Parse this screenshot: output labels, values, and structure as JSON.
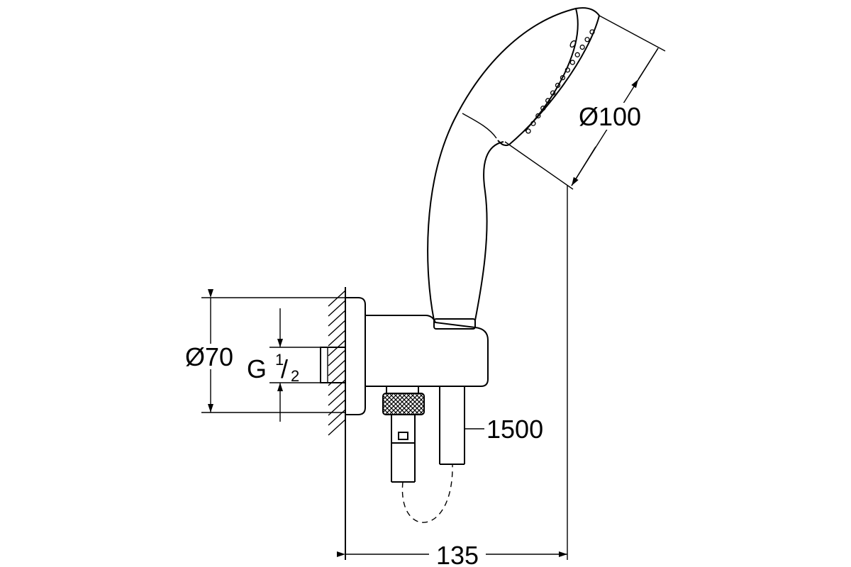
{
  "drawing": {
    "dimensions": {
      "head_diameter": "Ø100",
      "flange_diameter": "Ø70",
      "thread_prefix": "G",
      "thread_numerator": "1",
      "thread_slash": "/",
      "thread_denominator": "2",
      "hose_length": "1500",
      "projection": "135"
    },
    "colors": {
      "line": "#000000",
      "background": "#ffffff"
    }
  }
}
